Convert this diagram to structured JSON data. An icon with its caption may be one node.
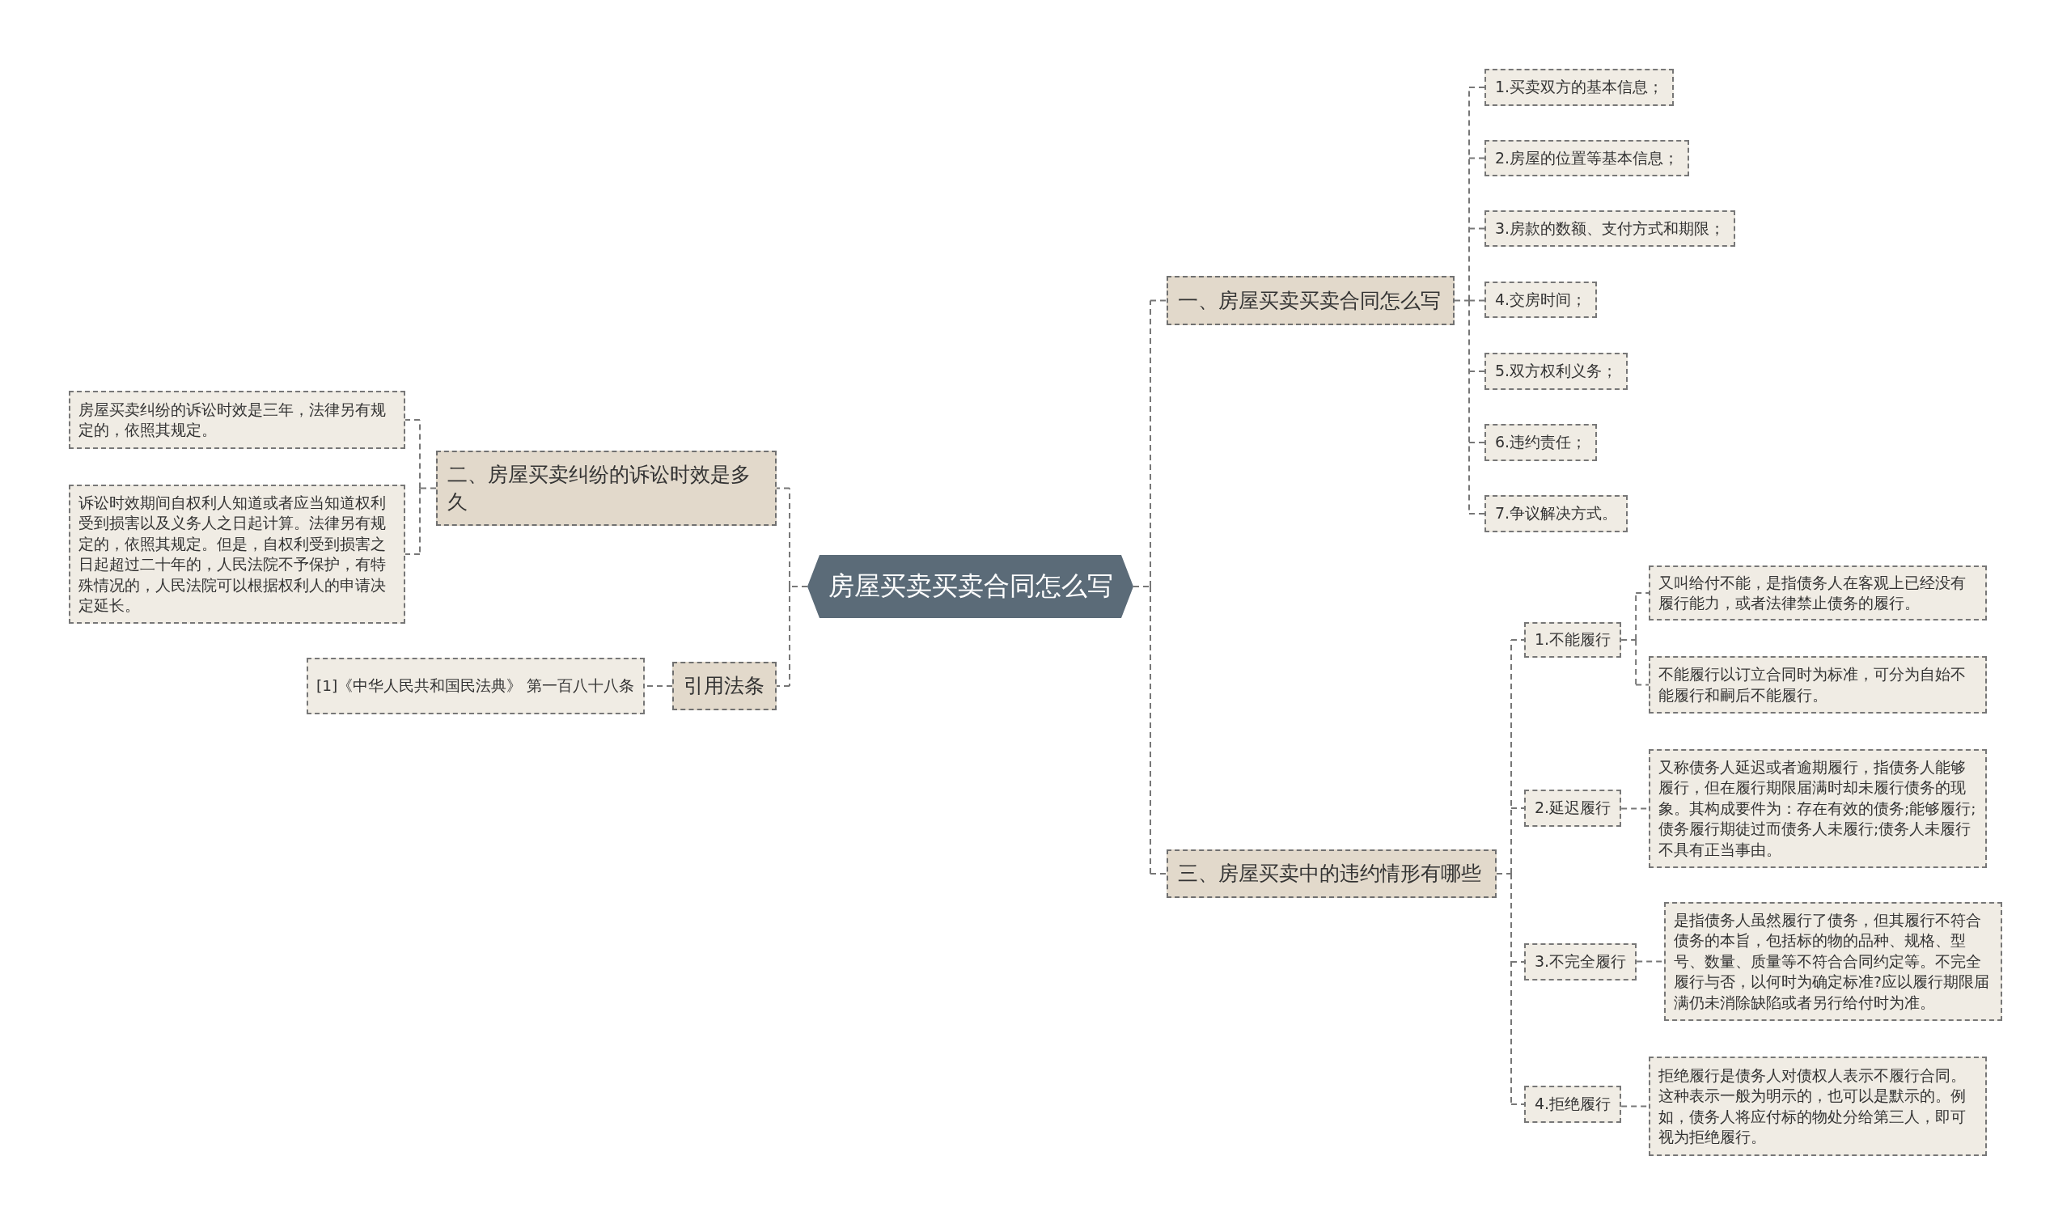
{
  "diagram": {
    "nodes": [
      {
        "text": [
          "房屋买卖买卖合同怎么写"
        ]
      },
      {
        "text": [
          "一、房屋买卖买卖合同怎么写"
        ]
      },
      {
        "text": [
          "1.买卖双方的基本信息；"
        ]
      },
      {
        "text": [
          "2.房屋的位置等基本信息；"
        ]
      },
      {
        "text": [
          "3.房款的数额、支付方式和期限；"
        ]
      },
      {
        "text": [
          "4.交房时间；"
        ]
      },
      {
        "text": [
          "5.双方权利义务；"
        ]
      },
      {
        "text": [
          "6.违约责任；"
        ]
      },
      {
        "text": [
          "7.争议解决方式。"
        ]
      },
      {
        "text": [
          "二、房屋买卖纠纷的诉讼时效是多久"
        ]
      },
      {
        "text": [
          "房屋买卖纠纷的诉讼时效是三年，法律另有规定的，依照其规定。"
        ]
      },
      {
        "text": [
          "诉讼时效期间自权利人知道或者应当知道权利受到损害以及义务人之日起计算。法律另有规定的，依照其规定。但是，自权利受到损害之日起超过二十年的，人民法院不予保护，有特殊情况的，人民法院可以根据权利人的申请决定延长。"
        ]
      },
      {
        "text": [
          "引用法条"
        ]
      },
      {
        "text": [
          "[1]《中华人民共和国民法典》 第一百八十八条"
        ]
      },
      {
        "text": [
          "三、房屋买卖中的违约情形有哪些"
        ]
      },
      {
        "text": [
          "1.不能履行"
        ]
      },
      {
        "text": [
          "又叫给付不能，是指债务人在客观上已经没有履行能力，或者法律禁止债务的履行。"
        ]
      },
      {
        "text": [
          "不能履行以订立合同时为标准，可分为自始不能履行和嗣后不能履行。"
        ]
      },
      {
        "text": [
          "2.延迟履行"
        ]
      },
      {
        "text": [
          "又称债务人延迟或者逾期履行，指债务人能够履行，但在履行期限届满时却未履行债务的现象。其构成要件为：存在有效的债务;能够履行;债务履行期徒过而债务人未履行;债务人未履行不具有正当事由。"
        ]
      },
      {
        "text": [
          "3.不完全履行"
        ]
      },
      {
        "text": [
          "是指债务人虽然履行了债务，但其履行不符合债务的本旨，包括标的物的品种、规格、型号、数量、质量等不符合合同约定等。不完全履行与否，以何时为确定标准?应以履行期限届满仍未消除缺陷或者另行给付时为准。"
        ]
      },
      {
        "text": [
          "4.拒绝履行"
        ]
      },
      {
        "text": [
          "拒绝履行是债务人对债权人表示不履行合同。这种表示一般为明示的，也可以是默示的。例如，债务人将应付标的物处分给第三人，即可视为拒绝履行。"
        ]
      }
    ],
    "edges": [
      {
        "from": 0,
        "to": 1,
        "arrow": "none",
        "style": "dashed"
      },
      {
        "from": 1,
        "to": 2,
        "arrow": "none",
        "style": "dashed"
      },
      {
        "from": 1,
        "to": 3,
        "arrow": "none",
        "style": "dashed"
      },
      {
        "from": 1,
        "to": 4,
        "arrow": "none",
        "style": "dashed"
      },
      {
        "from": 1,
        "to": 5,
        "arrow": "none",
        "style": "dashed"
      },
      {
        "from": 1,
        "to": 6,
        "arrow": "none",
        "style": "dashed"
      },
      {
        "from": 1,
        "to": 7,
        "arrow": "none",
        "style": "dashed"
      },
      {
        "from": 1,
        "to": 8,
        "arrow": "none",
        "style": "dashed"
      },
      {
        "from": 0,
        "to": 9,
        "arrow": "none",
        "style": "dashed"
      },
      {
        "from": 9,
        "to": 10,
        "arrow": "none",
        "style": "dashed"
      },
      {
        "from": 9,
        "to": 11,
        "arrow": "none",
        "style": "dashed"
      },
      {
        "from": 0,
        "to": 12,
        "arrow": "none",
        "style": "dashed"
      },
      {
        "from": 12,
        "to": 13,
        "arrow": "none",
        "style": "dashed"
      },
      {
        "from": 0,
        "to": 14,
        "arrow": "none",
        "style": "dashed"
      },
      {
        "from": 14,
        "to": 15,
        "arrow": "none",
        "style": "dashed"
      },
      {
        "from": 15,
        "to": 16,
        "arrow": "none",
        "style": "dashed"
      },
      {
        "from": 15,
        "to": 17,
        "arrow": "none",
        "style": "dashed"
      },
      {
        "from": 14,
        "to": 18,
        "arrow": "none",
        "style": "dashed"
      },
      {
        "from": 18,
        "to": 19,
        "arrow": "none",
        "style": "dashed"
      },
      {
        "from": 14,
        "to": 20,
        "arrow": "none",
        "style": "dashed"
      },
      {
        "from": 20,
        "to": 21,
        "arrow": "none",
        "style": "dashed"
      },
      {
        "from": 14,
        "to": 22,
        "arrow": "none",
        "style": "dashed"
      },
      {
        "from": 22,
        "to": 23,
        "arrow": "none",
        "style": "dashed"
      }
    ]
  }
}
